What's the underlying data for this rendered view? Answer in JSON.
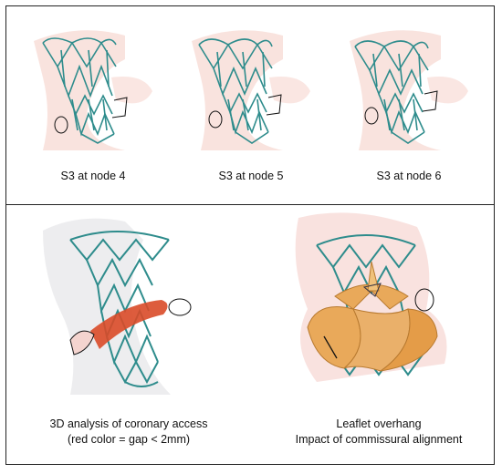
{
  "top_row": {
    "panels": [
      {
        "caption": "S3 at node 4"
      },
      {
        "caption": "S3 at node 5"
      },
      {
        "caption": "S3 at node 6"
      }
    ]
  },
  "bottom_row": {
    "left": {
      "caption_line1": "3D analysis of coronary access",
      "caption_line2": "(red color = gap < 2mm)"
    },
    "right": {
      "caption_line1": "Leaflet overhang",
      "caption_line2": "Impact of commissural alignment"
    }
  },
  "colors": {
    "stent": "#2e8c8c",
    "tissue": "#f4d4cf",
    "leaflet": "#e9a95a",
    "gap": "#d94a28",
    "frame": "#222222"
  }
}
